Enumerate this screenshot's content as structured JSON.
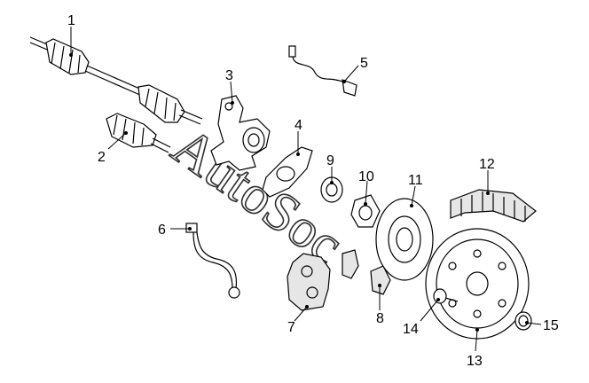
{
  "diagram": {
    "callouts": [
      {
        "id": "1",
        "label": "1"
      },
      {
        "id": "2",
        "label": "2"
      },
      {
        "id": "3",
        "label": "3"
      },
      {
        "id": "4",
        "label": "4"
      },
      {
        "id": "5",
        "label": "5"
      },
      {
        "id": "6",
        "label": "6"
      },
      {
        "id": "7",
        "label": "7"
      },
      {
        "id": "8",
        "label": "8"
      },
      {
        "id": "9",
        "label": "9"
      },
      {
        "id": "10",
        "label": "10"
      },
      {
        "id": "11",
        "label": "11"
      },
      {
        "id": "12",
        "label": "12"
      },
      {
        "id": "13",
        "label": "13"
      },
      {
        "id": "14",
        "label": "14"
      },
      {
        "id": "15",
        "label": "15"
      }
    ],
    "watermark": "AutoSoc"
  },
  "colors": {
    "line": "#000000",
    "background": "#ffffff",
    "shade": "#e6e6e6"
  }
}
